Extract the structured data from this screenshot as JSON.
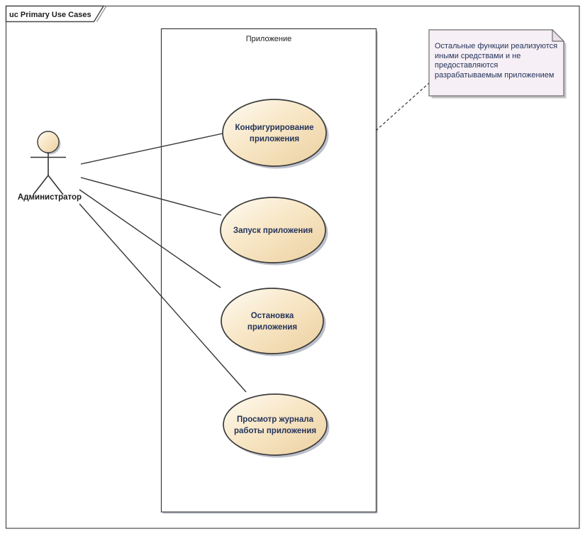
{
  "frame": {
    "label": "uc Primary Use Cases"
  },
  "system_boundary": {
    "label": "Приложение"
  },
  "actor": {
    "label": "Администратор"
  },
  "use_cases": [
    {
      "name": "configure-application",
      "lines": [
        "Конфигурирование",
        "приложения"
      ]
    },
    {
      "name": "start-application",
      "lines": [
        "Запуск приложения"
      ]
    },
    {
      "name": "stop-application",
      "lines": [
        "Остановка",
        "приложения"
      ]
    },
    {
      "name": "view-application-log",
      "lines": [
        "Просмотр журнала",
        "работы приложения"
      ]
    }
  ],
  "note": {
    "lines": [
      "Остальные функции реализуются",
      "иными средствами и не",
      "предоставляются",
      "разрабатываемым приложением"
    ]
  },
  "colors": {
    "grad1": "#fefbf3",
    "grad2": "#f8e7c7",
    "grad3": "#ecd0a0",
    "shape-stroke": "#3b3b3b",
    "frame-stroke": "#4a4a4a",
    "shadow": "#bcc0cb",
    "note-fill": "#f6eff5",
    "note-stroke": "#6e6e6e",
    "note-fold": "#e9dfe8",
    "note-shadow": "#c6c6c6",
    "text-navy": "#24345b",
    "text-dark": "#1c1c1c",
    "line-color": "#343434"
  }
}
